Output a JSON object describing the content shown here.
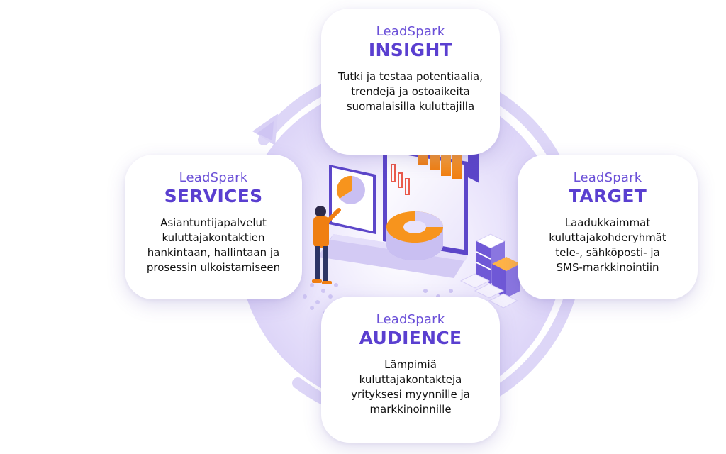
{
  "cards": {
    "insight": {
      "brand": "LeadSpark",
      "product": "INSIGHT",
      "desc_lines": [
        "Tutki ja testaa potentiaalia,",
        "trendejä ja ostoaikeita",
        "suomalaisilla kuluttajilla"
      ]
    },
    "services": {
      "brand": "LeadSpark",
      "product": "SERVICES",
      "desc_lines": [
        "Asiantuntijapalvelut",
        "kuluttajakontaktien",
        "hankintaan, hallintaan ja",
        "prosessin ulkoistamiseen"
      ]
    },
    "target": {
      "brand": "LeadSpark",
      "product": "TARGET",
      "desc_lines": [
        "Laadukkaimmat",
        "kuluttajakohderyhmät",
        "tele-, sähköposti- ja",
        "SMS-markkinointiin"
      ]
    },
    "audience": {
      "brand": "LeadSpark",
      "product": "AUDIENCE",
      "desc_lines": [
        "Lämpimiä",
        "kuluttajakontakteja",
        "yrityksesi myynnille ja",
        "markkinoinnille"
      ]
    }
  },
  "colors": {
    "brand": "#6b50d8",
    "circle_fill": "#e7e1fb",
    "ring": "#d9d1f6",
    "accent_orange": "#f7941d",
    "accent_purple": "#5c46c9"
  },
  "icons": [
    "cycle-arrow-icon",
    "laptop-icon",
    "pie-chart-icon",
    "bar-chart-icon",
    "person-icon",
    "server-stack-icon"
  ]
}
